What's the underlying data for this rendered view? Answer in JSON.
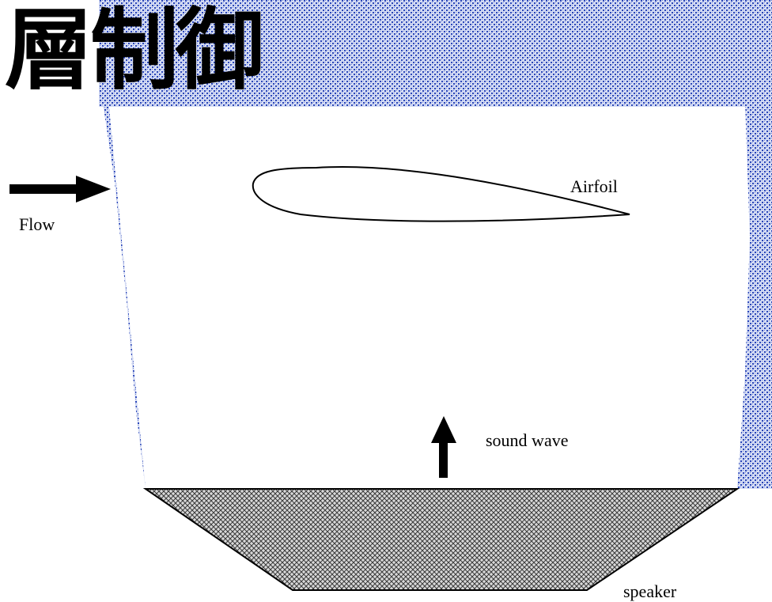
{
  "title": "層制御",
  "labels": {
    "flow": "Flow",
    "airfoil": "Airfoil",
    "sound_wave": "sound wave",
    "speaker": "speaker"
  },
  "colors": {
    "background": "#ffffff",
    "flow_region_dot": "#2a46b8",
    "flow_region_base": "#c9d3f2",
    "speaker_fill": "#9a9a9a",
    "arrow": "#000000"
  }
}
